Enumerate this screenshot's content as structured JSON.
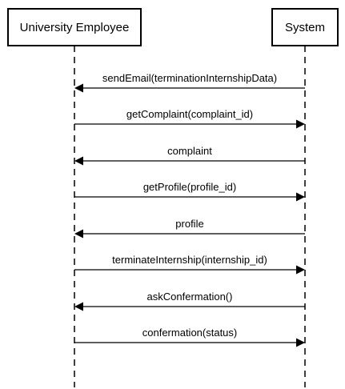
{
  "actors": [
    {
      "id": "employee",
      "label": "University Employee"
    },
    {
      "id": "system",
      "label": "System"
    }
  ],
  "messages": [
    {
      "label": "sendEmail(terminationInternshipData)",
      "from": "system",
      "to": "employee"
    },
    {
      "label": "getComplaint(complaint_id)",
      "from": "employee",
      "to": "system"
    },
    {
      "label": "complaint",
      "from": "system",
      "to": "employee"
    },
    {
      "label": "getProfile(profile_id)",
      "from": "employee",
      "to": "system"
    },
    {
      "label": "profile",
      "from": "system",
      "to": "employee"
    },
    {
      "label": "terminateInternship(internship_id)",
      "from": "employee",
      "to": "system"
    },
    {
      "label": "askConfermation()",
      "from": "system",
      "to": "employee"
    },
    {
      "label": "confermation(status)",
      "from": "employee",
      "to": "system"
    }
  ]
}
